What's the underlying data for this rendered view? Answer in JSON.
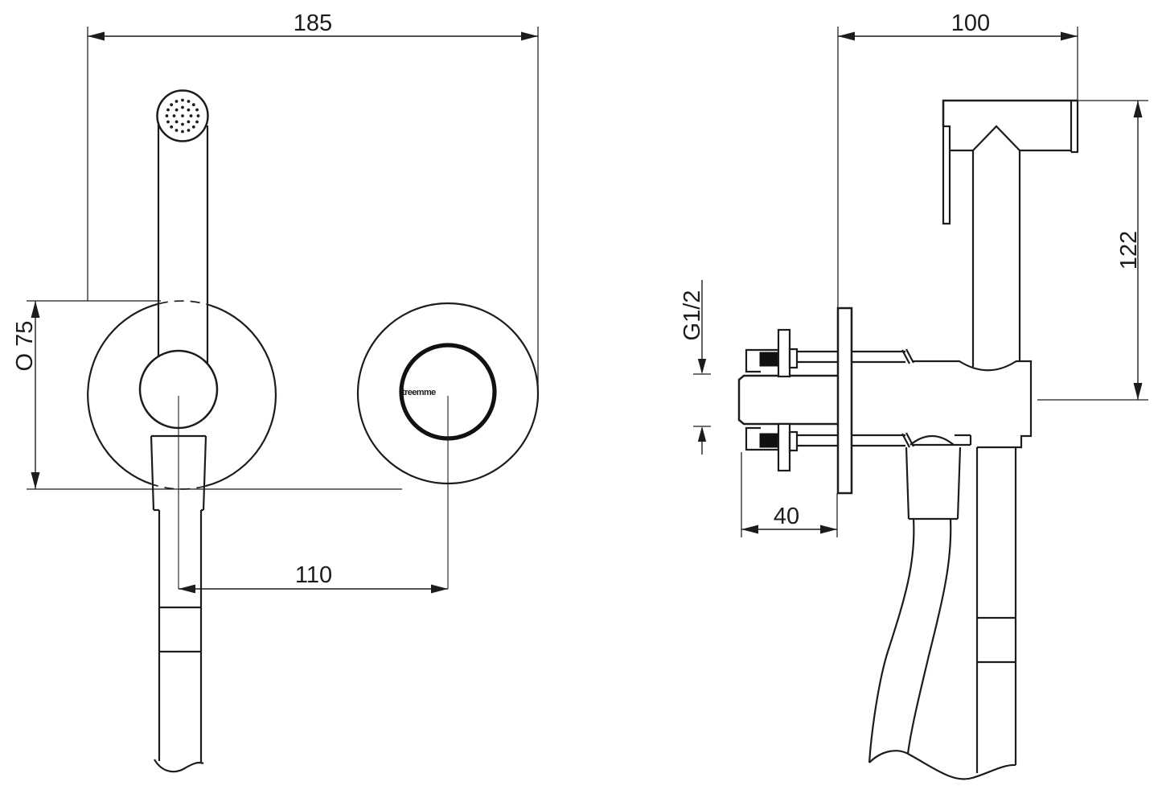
{
  "drawing": {
    "type": "technical-drawing",
    "subject": "wall-mounted hand shower / bidet mixer, two orthographic views",
    "line_color": "#1c1c1c",
    "background": "#ffffff",
    "front_view": {
      "width_dim": "185",
      "diameter_dim": "O 75",
      "centers_dim": "110",
      "logo": "treemme"
    },
    "side_view": {
      "projection_dim": "100",
      "height_dim": "122",
      "thread_dim": "G1/2",
      "recess_dim": "40"
    }
  }
}
